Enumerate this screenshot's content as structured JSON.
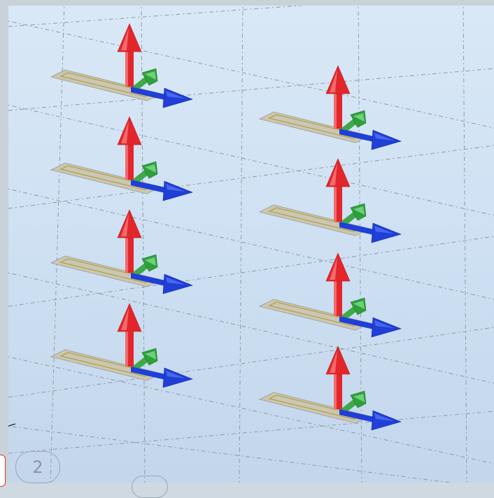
{
  "viewport": {
    "name": "3d-viewport",
    "frames": [
      {
        "id": "frame-1",
        "column": "left",
        "row": 1
      },
      {
        "id": "frame-2",
        "column": "left",
        "row": 2
      },
      {
        "id": "frame-3",
        "column": "left",
        "row": 3
      },
      {
        "id": "frame-4",
        "column": "left",
        "row": 4
      },
      {
        "id": "frame-5",
        "column": "right",
        "row": 1
      },
      {
        "id": "frame-6",
        "column": "right",
        "row": 2
      },
      {
        "id": "frame-7",
        "column": "right",
        "row": 3
      },
      {
        "id": "frame-8",
        "column": "right",
        "row": 4
      }
    ],
    "axis_colors": {
      "x": "#1f3fd6",
      "y": "#2ea03a",
      "z": "#e2262b"
    },
    "plate_color": "#c9c7b8",
    "grid_color": "#8d9aa6"
  },
  "badges": {
    "page_number": "2"
  }
}
